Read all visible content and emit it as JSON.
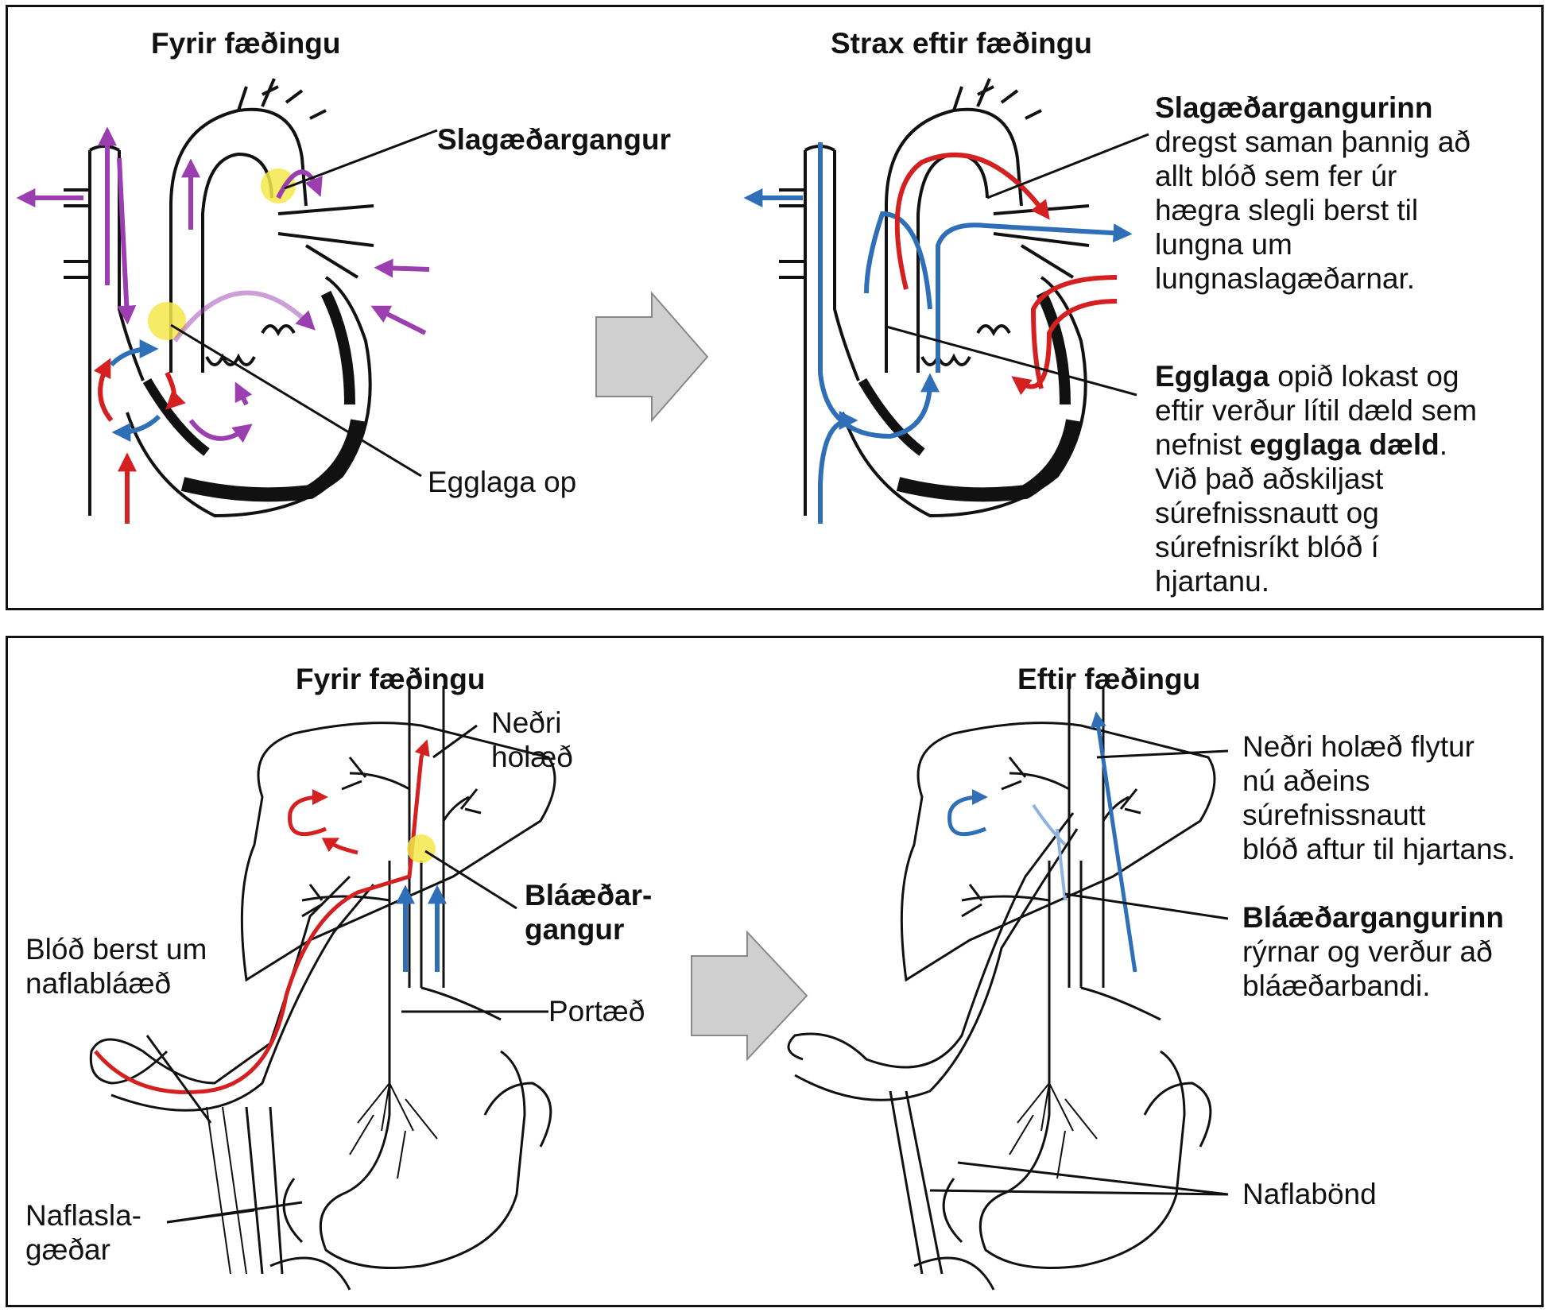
{
  "top": {
    "left_title": "Fyrir fæðingu",
    "right_title": "Strax eftir fæðingu",
    "label_ductus": "Slagæðargangur",
    "label_foramen": "Egglaga op",
    "ductus_closure": {
      "bold": "Slagæðargangurinn",
      "lines": [
        "dregst saman þannig að",
        "allt blóð sem fer úr",
        "hægra slegli berst til",
        "lungna um",
        "lungnaslagæðarnar."
      ]
    },
    "foramen_closure": {
      "bold1": "Egglaga",
      "rest1": " opið lokast og",
      "line2": "eftir verður lítil dæld sem",
      "line3_pre": "nefnist ",
      "line3_bold": "egglaga dæld",
      "line3_post": ".",
      "lines": [
        "Við það aðskiljast",
        "súrefnissnautt og",
        "súrefnisríkt blóð í",
        "hjartanu."
      ]
    }
  },
  "bottom": {
    "left_title": "Fyrir fæðingu",
    "right_title": "Eftir fæðingu",
    "label_ivc": [
      "Neðri",
      "holæð"
    ],
    "label_venosus": [
      "Bláæðar-",
      "gangur"
    ],
    "label_umbilical_vein": [
      "Blóð berst um",
      "naflabláæð"
    ],
    "label_portal": "Portæð",
    "label_umbilical_arteries": [
      "Naflasla-",
      "gæðar"
    ],
    "ivc_note": [
      "Neðri holæð flytur",
      "nú aðeins",
      "súrefnissnautt",
      "blóð aftur til hjartans."
    ],
    "venosus_closure": {
      "bold": "Bláæðargangurinn",
      "lines": [
        "rýrnar og verður að",
        "bláæðarbandi."
      ]
    },
    "label_ligaments": "Naflabönd"
  },
  "colors": {
    "oxygenated": "#d42020",
    "deoxygenated": "#2f6fb8",
    "mixed": "#9b3fb0",
    "highlight": "#f5e84a",
    "arrow_fill": "#cfcfcf"
  }
}
